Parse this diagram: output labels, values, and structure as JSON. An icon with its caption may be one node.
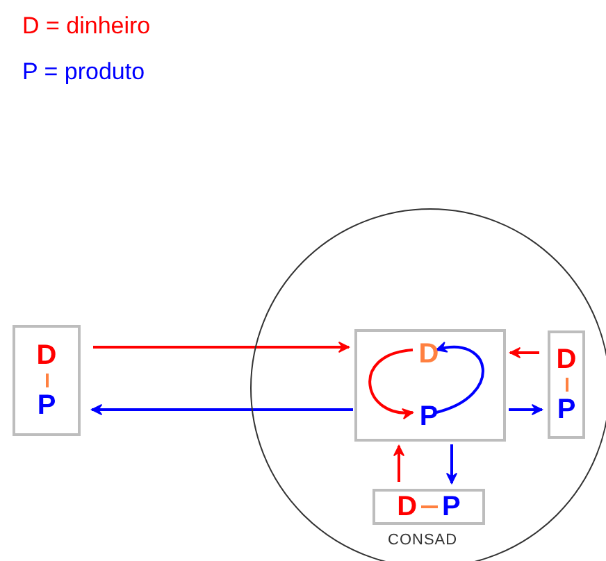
{
  "diagram": {
    "nodes": [
      {
        "text": [],
        "shape": "circle"
      },
      {
        "text": [
          "D",
          "P"
        ]
      },
      {
        "text": [],
        "shape": "box",
        "in": 0
      },
      {
        "text": [
          "D"
        ],
        "in": 2
      },
      {
        "text": [
          "P"
        ],
        "in": 2
      },
      {
        "text": [
          "D",
          "P"
        ],
        "in": 0
      },
      {
        "text": [
          "D",
          "P"
        ],
        "in": 0,
        "beside": [
          "CONSAD"
        ]
      }
    ],
    "edges": [
      {
        "from": 1,
        "to": 2,
        "arrow": "to",
        "color": "#ff0000"
      },
      {
        "from": 2,
        "to": 1,
        "arrow": "to",
        "color": "#0000ff"
      },
      {
        "from": 3,
        "to": 4,
        "arrow": "to",
        "color": "#ff0000"
      },
      {
        "from": 4,
        "to": 3,
        "arrow": "to",
        "color": "#0000ff"
      },
      {
        "from": 5,
        "to": 2,
        "arrow": "to",
        "color": "#ff0000"
      },
      {
        "from": 2,
        "to": 5,
        "arrow": "to",
        "color": "#0000ff"
      },
      {
        "from": 6,
        "to": 2,
        "arrow": "to",
        "color": "#ff0000"
      },
      {
        "from": 2,
        "to": 6,
        "arrow": "to",
        "color": "#0000ff"
      }
    ],
    "labels": [
      "D = dinheiro",
      "P = produto"
    ]
  }
}
